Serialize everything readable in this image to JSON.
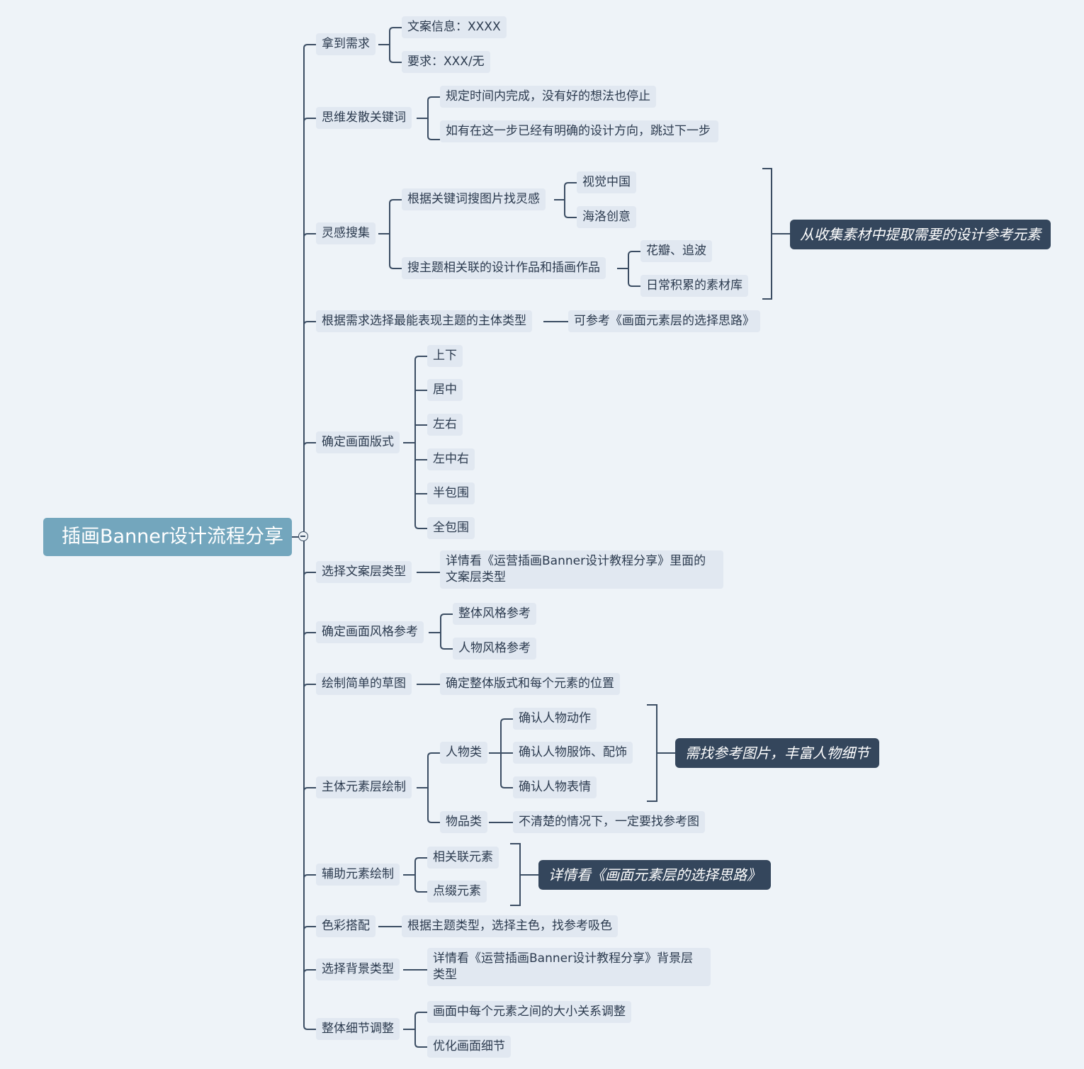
{
  "root": "插画Banner设计流程分享",
  "branches": {
    "b1": "拿到需求",
    "b2": "思维发散关键词",
    "b3": "灵感搜集",
    "b4": "根据需求选择最能表现主题的主体类型",
    "b5": "确定画面版式",
    "b6": "选择文案层类型",
    "b7": "确定画面风格参考",
    "b8": "绘制简单的草图",
    "b9": "主体元素层绘制",
    "b10": "辅助元素绘制",
    "b11": "色彩搭配",
    "b12": "选择背景类型",
    "b13": "整体细节调整"
  },
  "leaves": {
    "b1_1": "文案信息：XXXX",
    "b1_2": "要求：XXX/无",
    "b2_1": "规定时间内完成，没有好的想法也停止",
    "b2_2": "如有在这一步已经有明确的设计方向，跳过下一步",
    "b3_1": "根据关键词搜图片找灵感",
    "b3_1_1": "视觉中国",
    "b3_1_2": "海洛创意",
    "b3_2": "搜主题相关联的设计作品和插画作品",
    "b3_2_1": "花瓣、追波",
    "b3_2_2": "日常积累的素材库",
    "b4_1": "可参考《画面元素层的选择思路》",
    "b5_1": "上下",
    "b5_2": "居中",
    "b5_3": "左右",
    "b5_4": "左中右",
    "b5_5": "半包围",
    "b5_6": "全包围",
    "b6_1": "详情看《运营插画Banner设计教程分享》里面的文案层类型",
    "b7_1": "整体风格参考",
    "b7_2": "人物风格参考",
    "b8_1": "确定整体版式和每个元素的位置",
    "b9_1": "人物类",
    "b9_1_1": "确认人物动作",
    "b9_1_2": "确认人物服饰、配饰",
    "b9_1_3": "确认人物表情",
    "b9_2": "物品类",
    "b9_2_1": "不清楚的情况下，一定要找参考图",
    "b10_1": "相关联元素",
    "b10_2": "点缀元素",
    "b11_1": "根据主题类型，选择主色，找参考吸色",
    "b12_1": "详情看《运营插画Banner设计教程分享》背景层类型",
    "b13_1": "画面中每个元素之间的大小关系调整",
    "b13_2": "优化画面细节"
  },
  "callouts": {
    "c1": "从收集素材中提取需要的设计参考元素",
    "c2": "需找参考图片，丰富人物细节",
    "c3": "详情看《画面元素层的选择思路》"
  },
  "colors": {
    "background": "#eef3f8",
    "root": "#73a6bd",
    "node": "#e1e8f1",
    "callout": "#34465c",
    "line": "#3b4d63"
  }
}
